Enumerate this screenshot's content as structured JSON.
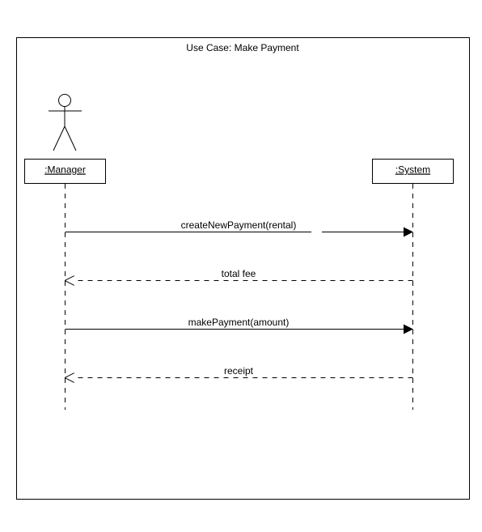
{
  "diagram": {
    "frame_title": "Use Case: Make Payment",
    "lifelines": {
      "manager": {
        "label": ":Manager",
        "has_actor_figure": true
      },
      "system": {
        "label": ":System"
      }
    },
    "messages": [
      {
        "label": "createNewPayment(rental)",
        "kind": "synchronous",
        "from": "manager",
        "to": "system"
      },
      {
        "label": "total fee",
        "kind": "return",
        "from": "system",
        "to": "manager"
      },
      {
        "label": "makePayment(amount)",
        "kind": "synchronous",
        "from": "manager",
        "to": "system"
      },
      {
        "label": "receipt",
        "kind": "return",
        "from": "system",
        "to": "manager"
      }
    ],
    "colors": {
      "line": "#000000",
      "background": "#ffffff"
    }
  }
}
